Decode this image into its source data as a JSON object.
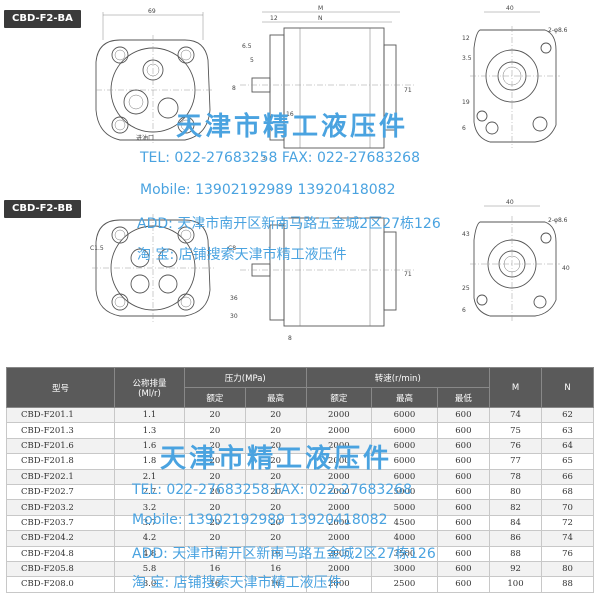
{
  "labels": {
    "tag_ba": "CBD-F2-BA",
    "tag_bb": "CBD-F2-BB",
    "port_label": "进油口"
  },
  "dims": {
    "width_69": "69",
    "len_12": "12",
    "len_M": "M",
    "len_N": "N",
    "len_40": "40",
    "len_40b": "40",
    "hole_a": "2-φ8.6",
    "hole_b": "2-φ8.6",
    "d_65": "6.5",
    "d_5": "5",
    "d_8": "8",
    "d_8b": "8",
    "d_71": "71",
    "d_71b": "71",
    "d_16": "16",
    "d_3": "3",
    "d_12": "12",
    "d_35": "3.5",
    "d_19": "19",
    "d_6": "6",
    "d_6b": "6",
    "d_36": "36",
    "d_30": "30",
    "d_43": "43",
    "d_25": "25",
    "d_40c": "40",
    "d_c15": "C1.5",
    "d_c8": "C8"
  },
  "table": {
    "headers": {
      "model": "型号",
      "displacement": "公称排量\n(Ml/r)",
      "pressure": "压力(MPa)",
      "speed": "转速(r/min)",
      "rated": "额定",
      "max": "最高",
      "rated2": "额定",
      "max2": "最高",
      "min": "最低",
      "m": "M",
      "n": "N"
    },
    "rows": [
      [
        "CBD-F201.1",
        "1.1",
        "20",
        "20",
        "2000",
        "6000",
        "600",
        "74",
        "62"
      ],
      [
        "CBD-F201.3",
        "1.3",
        "20",
        "20",
        "2000",
        "6000",
        "600",
        "75",
        "63"
      ],
      [
        "CBD-F201.6",
        "1.6",
        "20",
        "20",
        "2000",
        "6000",
        "600",
        "76",
        "64"
      ],
      [
        "CBD-F201.8",
        "1.8",
        "20",
        "20",
        "2000",
        "6000",
        "600",
        "77",
        "65"
      ],
      [
        "CBD-F202.1",
        "2.1",
        "20",
        "20",
        "2000",
        "6000",
        "600",
        "78",
        "66"
      ],
      [
        "CBD-F202.7",
        "2.7",
        "20",
        "20",
        "2000",
        "5000",
        "600",
        "80",
        "68"
      ],
      [
        "CBD-F203.2",
        "3.2",
        "20",
        "20",
        "2000",
        "5000",
        "600",
        "82",
        "70"
      ],
      [
        "CBD-F203.7",
        "3.7",
        "20",
        "20",
        "2000",
        "4500",
        "600",
        "84",
        "72"
      ],
      [
        "CBD-F204.2",
        "4.2",
        "20",
        "20",
        "2000",
        "4000",
        "600",
        "86",
        "74"
      ],
      [
        "CBD-F204.8",
        "4.8",
        "16",
        "16",
        "2000",
        "3500",
        "600",
        "88",
        "76"
      ],
      [
        "CBD-F205.8",
        "5.8",
        "16",
        "16",
        "2000",
        "3000",
        "600",
        "92",
        "80"
      ],
      [
        "CBD-F208.0",
        "8.0",
        "16",
        "16",
        "2000",
        "2500",
        "600",
        "100",
        "88"
      ]
    ]
  },
  "watermark": {
    "company": "天津市精工液压件",
    "tel": "TEL: 022-27683258    FAX: 022-27683268",
    "mobile": "Mobile:  13902192989    13920418082",
    "address": "ADD: 天津市南开区新南马路五金城2区27栋126",
    "shop": "淘 宝: 店铺搜索天津市精工液压件",
    "company2": "天津市精工液压件",
    "tel2": "TEL: 022-27683258    FAX: 022-27683268",
    "mobile2": "Mobile:  13902192989    13920418082",
    "address2": "ADD: 天津市南开区新南马路五金城2区27栋126",
    "shop2": "淘 宝: 店铺搜索天津市精工液压件"
  },
  "colors": {
    "watermark": "#4aa3e0",
    "header_bg": "#5a5a5a"
  }
}
